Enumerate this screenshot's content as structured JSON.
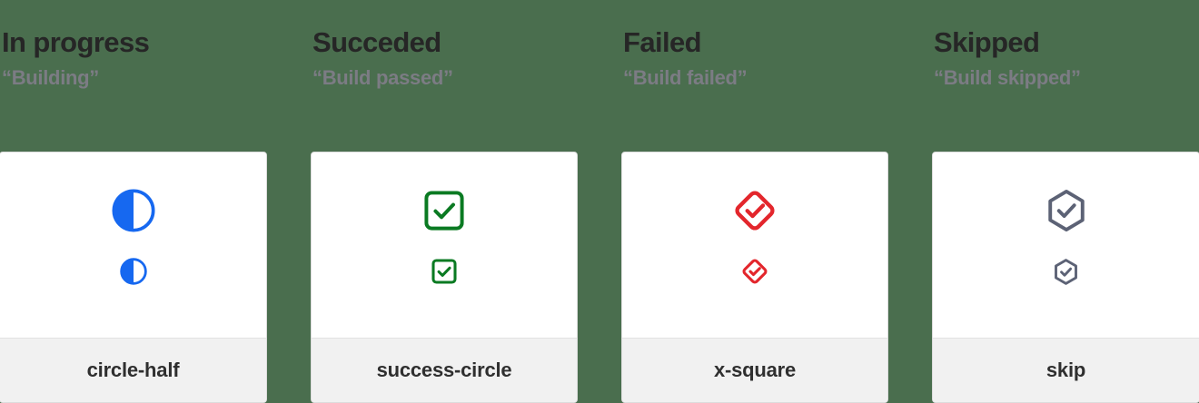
{
  "page": {
    "background_color": "#4a6e4e",
    "card_background": "#ffffff",
    "card_footer_background": "#f1f1f1",
    "card_border_color": "#dcdcdc"
  },
  "columns": [
    {
      "title": "In progress",
      "subtitle": "“Building”",
      "icon_name": "circle-half",
      "icon_label": "circle-half",
      "icon_color": "#1668f0",
      "icon_kind": "circle-half"
    },
    {
      "title": "Succeded",
      "subtitle": "“Build passed”",
      "icon_name": "success-circle",
      "icon_label": "success-circle",
      "icon_color": "#0a7a22",
      "icon_kind": "check-square"
    },
    {
      "title": "Failed",
      "subtitle": "“Build failed”",
      "icon_name": "x-square",
      "icon_label": "x-square",
      "icon_color": "#e3262c",
      "icon_kind": "check-diamond"
    },
    {
      "title": "Skipped",
      "subtitle": "“Build skipped”",
      "icon_name": "skip",
      "icon_label": "skip",
      "icon_color": "#5c6275",
      "icon_kind": "check-hexagon"
    }
  ],
  "title_color": "#262626",
  "subtitle_color": "#7c7c84",
  "label_color": "#2f2f2f"
}
